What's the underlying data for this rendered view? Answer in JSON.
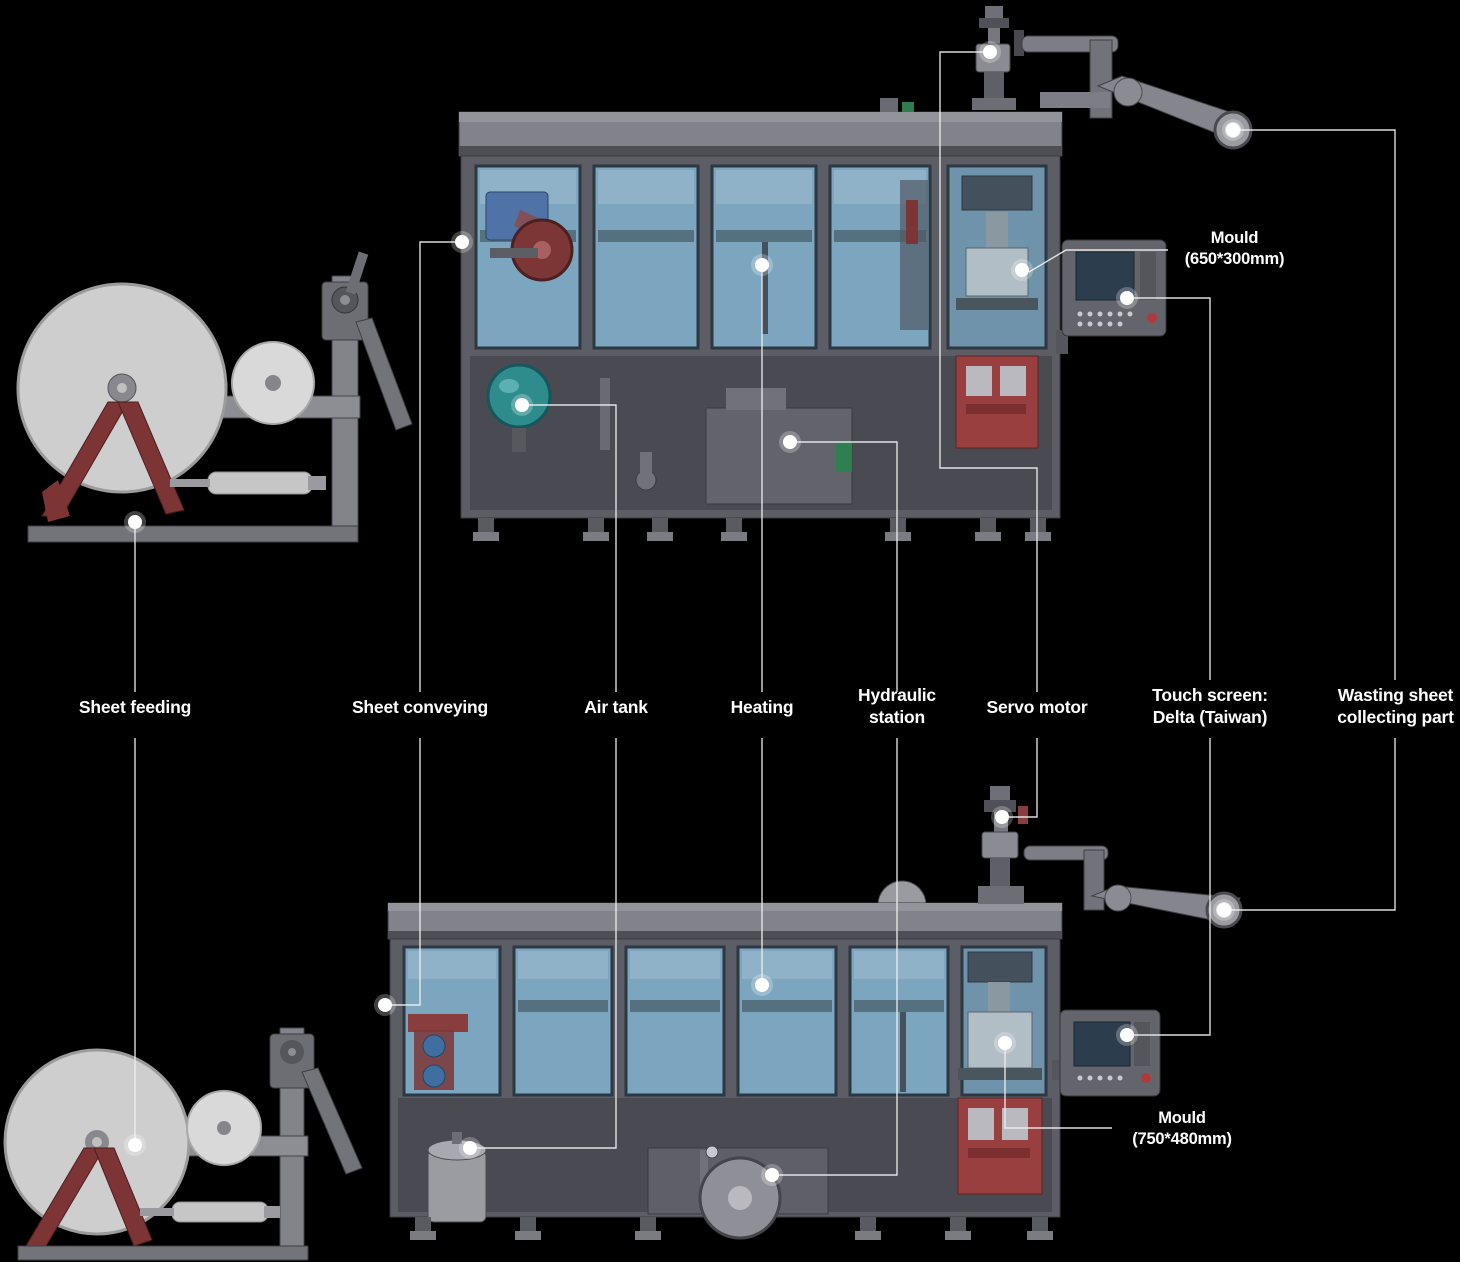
{
  "diagram": {
    "type": "machine-parts-callout-diagram",
    "subject": "Thermoforming machine, two model views with labeled components"
  },
  "labels": {
    "sheet_feeding": "Sheet feeding",
    "sheet_conveying": "Sheet conveying",
    "air_tank": "Air tank",
    "heating": "Heating",
    "hydraulic_station": "Hydraulic\nstation",
    "servo_motor": "Servo motor",
    "touch_screen": "Touch screen:\nDelta (Taiwan)",
    "wasting_sheet": "Wasting sheet\ncollecting part",
    "mould_top": "Mould\n(650*300mm)",
    "mould_bottom": "Mould\n(750*480mm)"
  },
  "colors": {
    "background": "#000000",
    "label_text": "#ffffff",
    "callout_line": "#efefef",
    "machine_frame": "#84848b",
    "machine_body": "#5d5d65",
    "window_glass": "#7ca5bf",
    "accent_red": "#9a3f3f",
    "leg_red": "#7c3434",
    "air_tank_teal": "#2e8c8c",
    "roll_gray": "#cecece",
    "mould_gray": "#b2bec6"
  }
}
